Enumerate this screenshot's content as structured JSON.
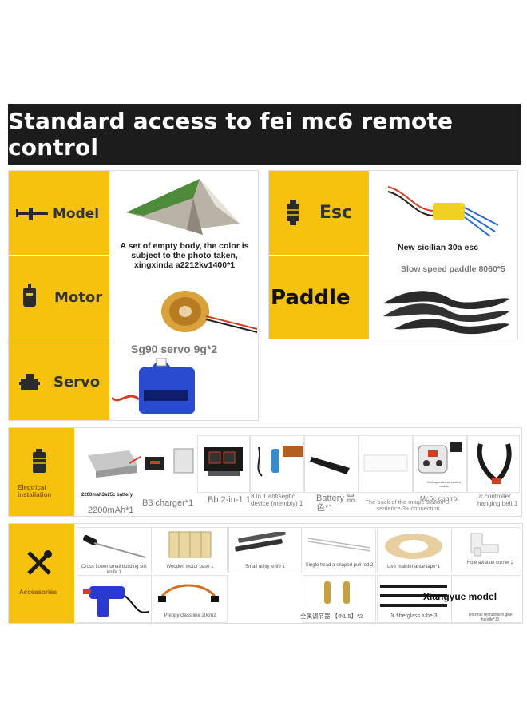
{
  "banner": {
    "title": "Standard access to fei mc6 remote control"
  },
  "top_grid": {
    "model": {
      "label": "Model",
      "icon": "airplane-icon",
      "caption": "A set of empty body, the color is subject to the photo taken, xingxinda a2212kv1400*1"
    },
    "motor": {
      "label": "Motor",
      "icon": "motor-icon"
    },
    "servo": {
      "label": "Servo",
      "icon": "servo-icon",
      "caption": "Sg90 servo 9g*2"
    },
    "esc": {
      "label": "Esc",
      "icon": "esc-icon",
      "caption": "New sicilian 30a esc"
    },
    "paddle": {
      "label": "Paddle",
      "caption": "Slow speed paddle 8060*5"
    }
  },
  "electrical": {
    "label": "Electrical installation",
    "icon": "battery-icon",
    "items": [
      {
        "caption": "2200mah3s25c battery",
        "sub": "2200mAh*1"
      },
      {
        "caption": "B3 charger*1"
      },
      {
        "caption": "Bb 2-in-1 1"
      },
      {
        "caption": "8 in 1 antiseptic device (membly) 1"
      },
      {
        "caption": "Battery 黑色*1"
      },
      {
        "caption": "The back of the magic station*3, sentence 3+ connection"
      },
      {
        "caption": "Mc6c control",
        "sub": "Mc6 operational control module"
      },
      {
        "caption": "Jr controller hanging belt 1"
      }
    ]
  },
  "accessories": {
    "label": "Accessories",
    "icon": "tools-icon",
    "row1": [
      {
        "caption": "Cross flower small building silk knife 1"
      },
      {
        "caption": "Wooden motor base 1"
      },
      {
        "caption": "Small utility knife 1"
      },
      {
        "caption": "Single head a-shaped pull rod 2"
      },
      {
        "caption": "Live maintenance tape*1"
      },
      {
        "caption": "Hole aviation corner 2"
      }
    ],
    "row2": [
      {
        "caption": ""
      },
      {
        "caption": "Preppy class line 20cm2"
      },
      {
        "caption": "全属调节器 【Φ1.5】*2"
      },
      {
        "caption": "Jr fiberglass tube 3"
      },
      {
        "caption": "Thermal recruitment glue handle*10"
      }
    ],
    "brand": "Xiangyue model"
  },
  "colors": {
    "accent": "#f6c20d",
    "banner_bg": "#1c1c1c"
  }
}
